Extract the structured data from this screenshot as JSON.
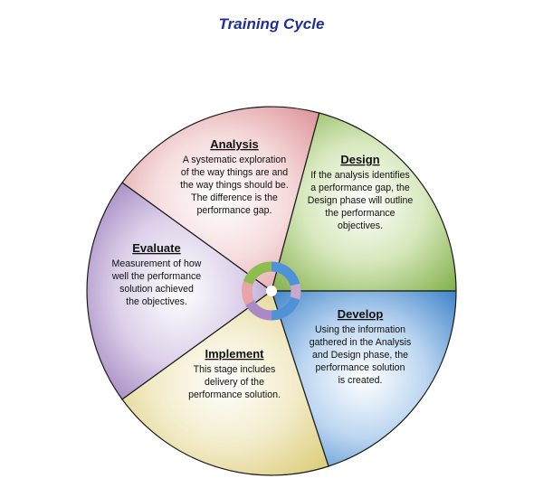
{
  "title": "Training Cycle",
  "colors": {
    "analysis": "#e8a5a8",
    "design": "#8fbc4e",
    "develop": "#4f93d6",
    "implement": "#e6d98a",
    "evaluate": "#a98ac6",
    "title": "#1f2f9a"
  },
  "segments": [
    {
      "key": "analysis",
      "heading": "Analysis",
      "lines": [
        "A systematic exploration",
        "of the way things are and",
        "the way things should be.",
        "The difference is the",
        "performance gap."
      ]
    },
    {
      "key": "design",
      "heading": "Design",
      "lines": [
        "If the analysis identifies",
        "a performance gap, the",
        "Design phase will outline",
        "the performance",
        "objectives."
      ]
    },
    {
      "key": "develop",
      "heading": "Develop",
      "lines": [
        "Using the information",
        "gathered in the Analysis",
        "and Design phase, the",
        "performance solution",
        "is created."
      ]
    },
    {
      "key": "implement",
      "heading": "Implement",
      "lines": [
        "This stage includes",
        "delivery of the",
        "performance solution."
      ]
    },
    {
      "key": "evaluate",
      "heading": "Evaluate",
      "lines": [
        "Measurement of how",
        "well the performance",
        "solution achieved",
        "the objectives."
      ]
    }
  ]
}
